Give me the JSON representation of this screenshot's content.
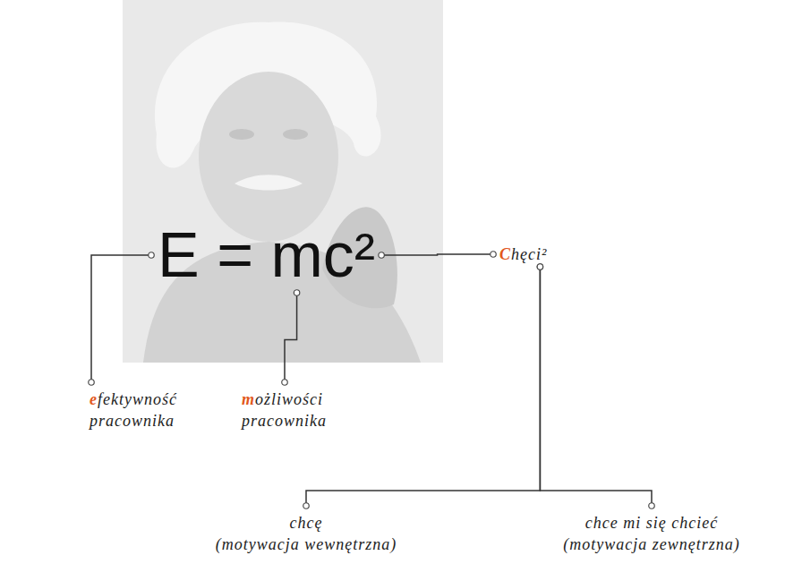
{
  "diagram": {
    "nodes": [
      {
        "text": [
          "E = mc²"
        ]
      },
      {
        "text": [
          "Chęci²"
        ]
      },
      {
        "text": [
          "efektywność pracownika"
        ]
      },
      {
        "text": [
          "możliwości pracownika"
        ]
      },
      {
        "text": [
          "chcę",
          "(motywacja wewnętrzna)"
        ]
      },
      {
        "text": [
          "chce mi się chcieć",
          "(motywacja zewnętrzna)"
        ]
      }
    ],
    "edges": [
      {
        "from": 0,
        "to": 2,
        "arrow": "none"
      },
      {
        "from": 0,
        "to": 3,
        "arrow": "none"
      },
      {
        "from": 0,
        "to": 1,
        "arrow": "none"
      },
      {
        "from": 1,
        "to": 4,
        "arrow": "none"
      },
      {
        "from": 1,
        "to": 5,
        "arrow": "none"
      }
    ]
  }
}
